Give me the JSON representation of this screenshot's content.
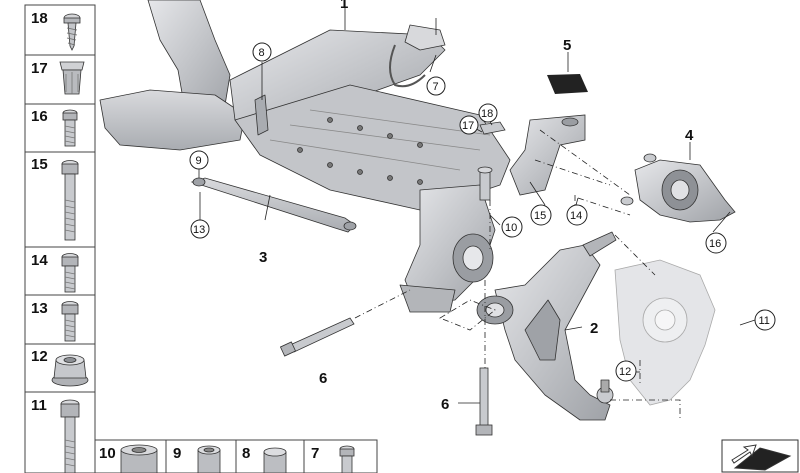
{
  "parts_legend": {
    "left_column": [
      "18",
      "17",
      "16",
      "15",
      "14",
      "13",
      "12",
      "11"
    ],
    "bottom_row": [
      "10",
      "9",
      "8",
      "7"
    ]
  },
  "callouts": {
    "c1": "1",
    "c2": "2",
    "c3": "3",
    "c4": "4",
    "c5": "5",
    "c6a": "6",
    "c6b": "6",
    "c7": "7",
    "c8": "8",
    "c9": "9",
    "c10": "10",
    "c11": "11",
    "c12": "12",
    "c13": "13",
    "c14": "14",
    "c15": "15",
    "c16": "16",
    "c17": "17",
    "c18": "18"
  },
  "colors": {
    "part_fill": "#c9cbcf",
    "part_shade": "#a3a6ab",
    "part_light": "#e4e5e8",
    "line": "#222222",
    "legend_border": "#444444",
    "ghost_part": "#e2e3e6"
  }
}
